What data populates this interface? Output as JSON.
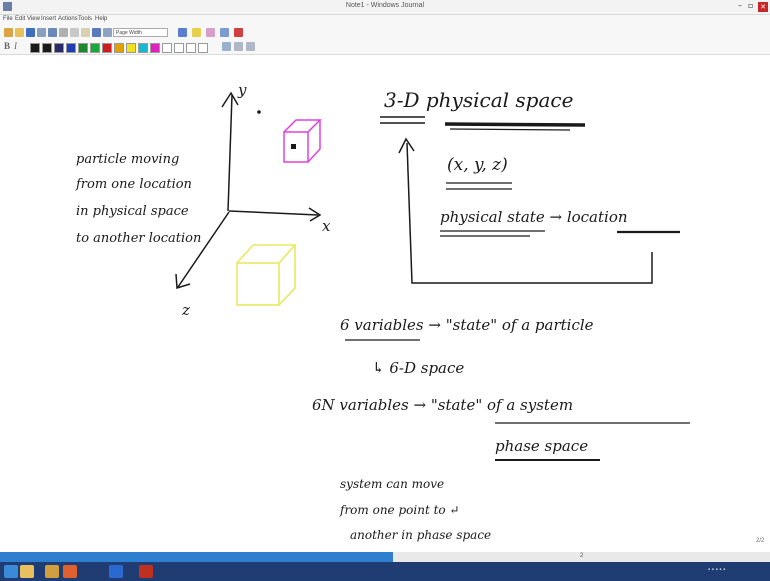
{
  "window": {
    "title": "Note1 - Windows Journal",
    "minimize_glyph": "–",
    "maximize_glyph": "▫",
    "close_glyph": "✕"
  },
  "menu": {
    "items": [
      "File",
      "Edit",
      "View",
      "Insert",
      "Actions",
      "Tools",
      "Help"
    ]
  },
  "toolbar": {
    "zoom_select": "Page Width",
    "pen_colors": [
      "#1a1a1a",
      "#1a1a1a",
      "#2a2a6a",
      "#1f3fb0",
      "#1a8a2a",
      "#1ba83a",
      "#d01c1c",
      "#e0a000",
      "#f0e020",
      "#18b8d0",
      "#e020c0",
      "#ffffff",
      "#ffffff",
      "#ffffff",
      "#ffffff"
    ]
  },
  "notes": {
    "axis_y": "y",
    "axis_x": "x",
    "axis_z": "z",
    "left_note": [
      "particle moving",
      "from one location",
      "in physical space",
      "to another location"
    ],
    "heading": "3-D physical space",
    "coords": "(x, y, z)",
    "state_line": "physical state → location",
    "line_6vars": "6 variables → \"state\" of a particle",
    "line_6d": "↳ 6-D space",
    "line_6n": "6N variables → \"state\" of a system",
    "phase_space": "phase space",
    "bottom_note": [
      "system can move",
      "from one point to ↵",
      "another in phase space"
    ]
  },
  "status": {
    "page_indicator": "2/2",
    "scroll_marker": "2",
    "scroll_position": 0.51
  },
  "colors": {
    "accent": "#2f7fd1",
    "taskbar": "#1f3c73",
    "ink": "#1a1a1a",
    "magenta_cube": "#e040e0",
    "yellow_cube": "#e8e860"
  }
}
